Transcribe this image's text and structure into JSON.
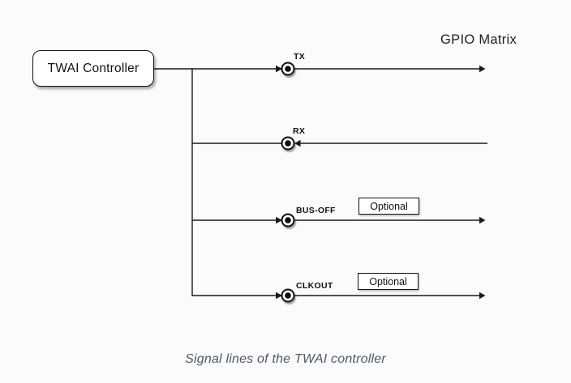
{
  "diagram": {
    "controller_label": "TWAI Controller",
    "matrix_label": "GPIO Matrix",
    "caption": "Signal lines of the TWAI controller",
    "signals": [
      {
        "name": "TX",
        "direction": "output",
        "optional": false
      },
      {
        "name": "RX",
        "direction": "input",
        "optional": false
      },
      {
        "name": "BUS-OFF",
        "direction": "output",
        "optional": true,
        "optional_label": "Optional"
      },
      {
        "name": "CLKOUT",
        "direction": "output",
        "optional": true,
        "optional_label": "Optional"
      }
    ],
    "colors": {
      "line": "#1a1a1a",
      "background": "#fbfbfb",
      "node_fill": "#ffffff",
      "caption_text": "#4d5966"
    }
  }
}
